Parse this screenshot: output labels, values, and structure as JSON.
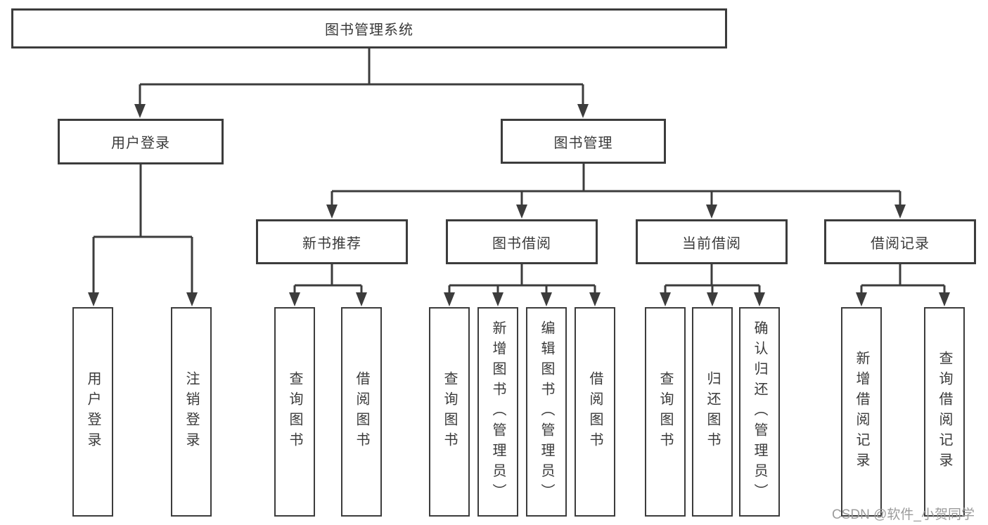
{
  "diagram_type": "hierarchy-tree",
  "tree": {
    "label": "图书管理系统",
    "children": [
      {
        "label": "用户登录",
        "children": [
          {
            "label": "用户登录"
          },
          {
            "label": "注销登录"
          }
        ]
      },
      {
        "label": "图书管理",
        "children": [
          {
            "label": "新书推荐",
            "children": [
              {
                "label": "查询图书"
              },
              {
                "label": "借阅图书"
              }
            ]
          },
          {
            "label": "图书借阅",
            "children": [
              {
                "label": "查询图书"
              },
              {
                "label": "新增图书（管理员）"
              },
              {
                "label": "编辑图书（管理员）"
              },
              {
                "label": "借阅图书"
              }
            ]
          },
          {
            "label": "当前借阅",
            "children": [
              {
                "label": "查询图书"
              },
              {
                "label": "归还图书"
              },
              {
                "label": "确认归还（管理员）"
              }
            ]
          },
          {
            "label": "借阅记录",
            "children": [
              {
                "label": "新增借阅记录"
              },
              {
                "label": "查询借阅记录"
              }
            ]
          }
        ]
      }
    ]
  },
  "watermark": {
    "text": "CSDN @软件_小贺同学"
  },
  "colors": {
    "line": "#3c3c3c",
    "text": "#3a3a3a",
    "box_fill": "#ffffff",
    "background": "#ffffff",
    "watermark": "#9c9c9c"
  }
}
